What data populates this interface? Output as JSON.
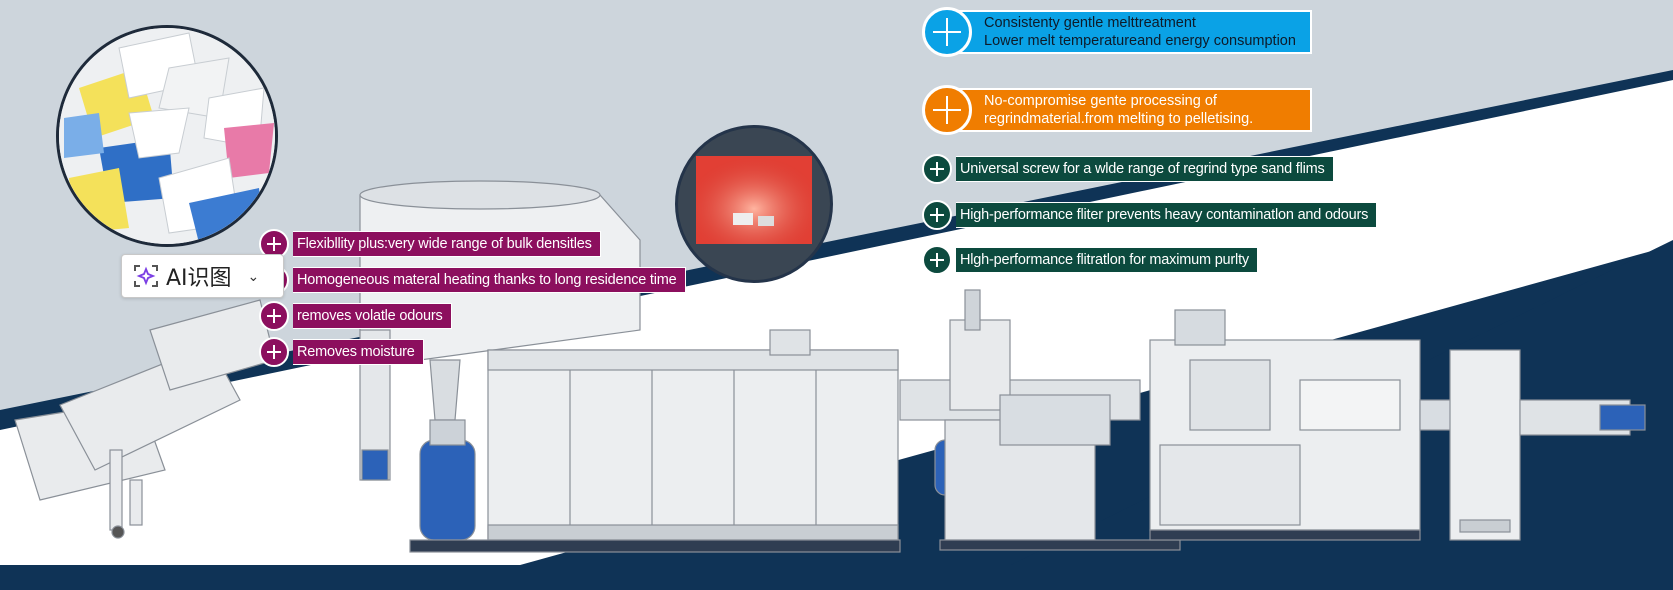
{
  "top_right_features": [
    {
      "line1": "Consistenty gentle melttreatment",
      "line2": "Lower melt temperatureand energy consumption",
      "color": "#0aa2e6"
    },
    {
      "line1": "No-compromise gente processing of",
      "line2": "regrindmaterial.from melting to pelletising.",
      "color": "#f07d00"
    }
  ],
  "green_features": [
    "Universal screw for a wlde range of regrind type sand flims",
    "High-performance fliter prevents heavy contaminatlon and odours",
    "Hlgh-performance flitratlon for maximum purlty"
  ],
  "magenta_features": [
    "Flexibllity plus:very wide range of bulk densitles",
    "Homogeneous materal heating thanks to long residence time",
    "removes volatle odours",
    "Removes moisture"
  ],
  "ai_widget": {
    "label": "AI识图",
    "icon": "sparkle-scan-icon",
    "chevron": "⌄"
  },
  "colors": {
    "navy": "#0f3356",
    "magenta": "#8c0f5e",
    "green": "#0c4a3e",
    "bg": "#cdd5dc"
  }
}
